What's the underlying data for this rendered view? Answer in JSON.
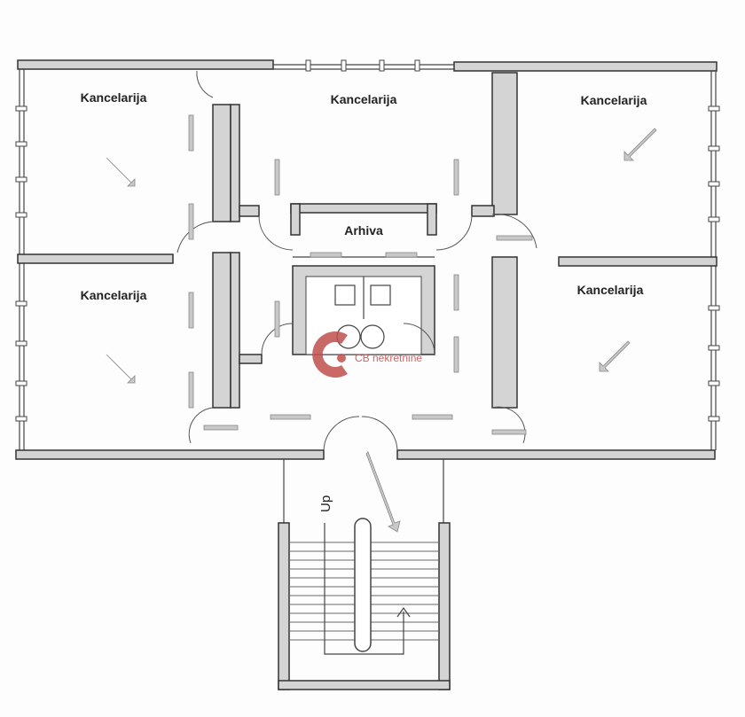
{
  "plan": {
    "rooms": [
      {
        "label": "Kancelarija"
      },
      {
        "label": "Kancelarija"
      },
      {
        "label": "Kancelarija"
      },
      {
        "label": "Kancelarija"
      },
      {
        "label": "Kancelarija"
      },
      {
        "label": "Arhiva"
      }
    ],
    "stairs_label": "Up",
    "watermark": "CB nekretnine",
    "watermark_color": "#c0504d"
  }
}
